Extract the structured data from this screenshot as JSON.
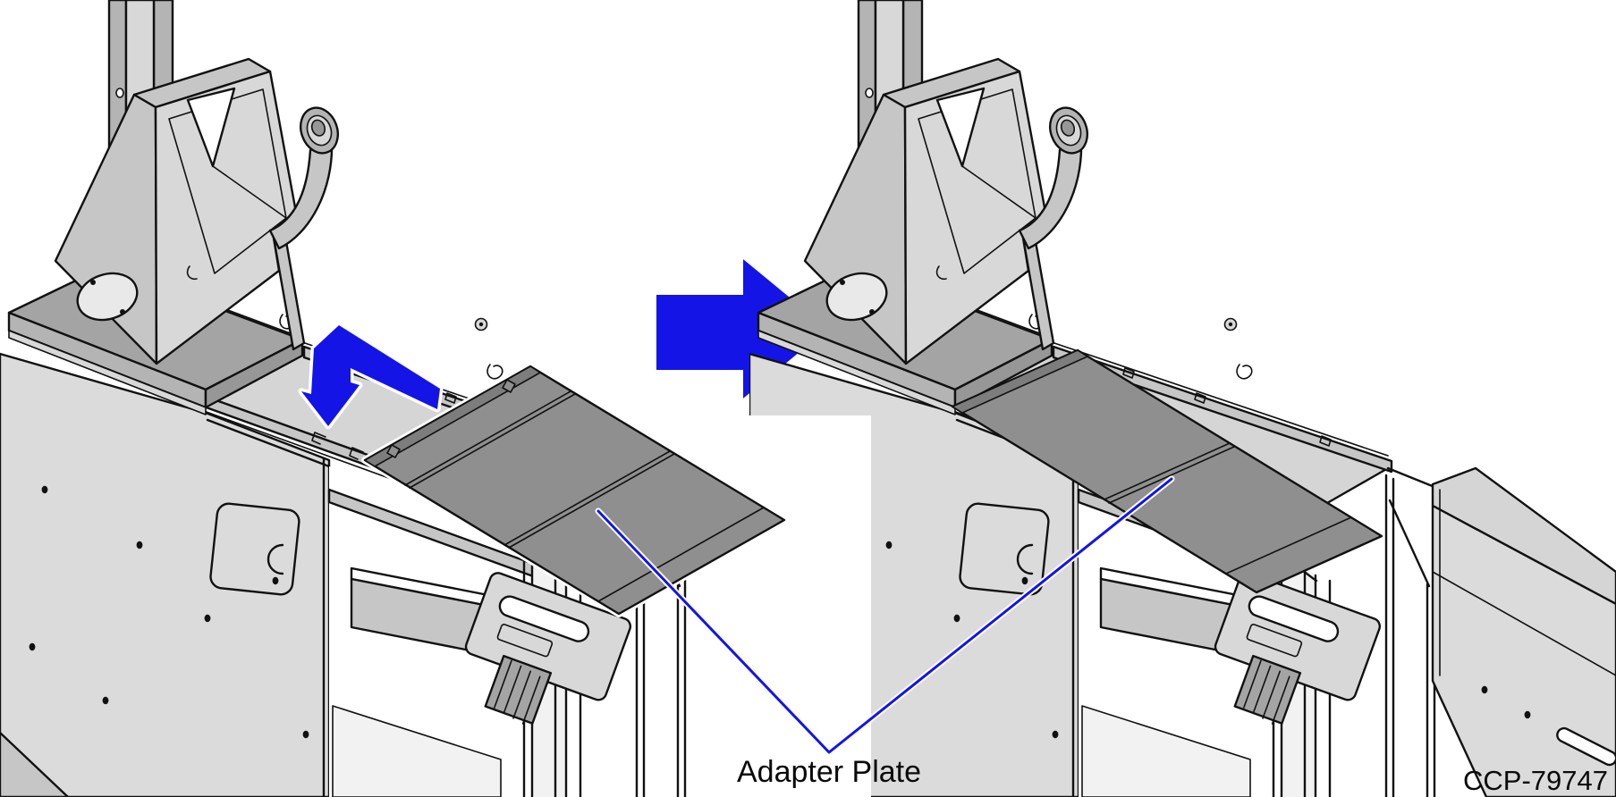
{
  "figure": {
    "type": "technical-installation-illustration",
    "labels": {
      "callout": "Adapter Plate",
      "figure_code": "CCP-79747"
    },
    "panels": [
      {
        "id": "before",
        "position": "left",
        "description": "Self-checkout style machine with monitor mount; adapter plate held at an angle above the top mounting recess; bent blue arrow shows slide-in insertion direction"
      },
      {
        "id": "after",
        "position": "right",
        "description": "Same machine with the adapter plate installed flat in the top recess; receipt module visible at far right"
      }
    ],
    "icons": {
      "next_step_arrow": "large solid blue arrow pointing right between the two panels",
      "insertion_arrow": "bent blue arrow with white casing pointing down-left into the mounting slot",
      "leader_lines": "blue V-shaped leader lines with white casing from both adapter plates down to the shared callout label"
    },
    "colors": {
      "callout_blue": "#1414E6",
      "plate_gray": "#8F8F8F",
      "machine_light_gray": "#D8D8D8",
      "machine_dark_gray": "#A4A4A4",
      "outline": "#111111",
      "background": "#FFFFFF"
    }
  }
}
